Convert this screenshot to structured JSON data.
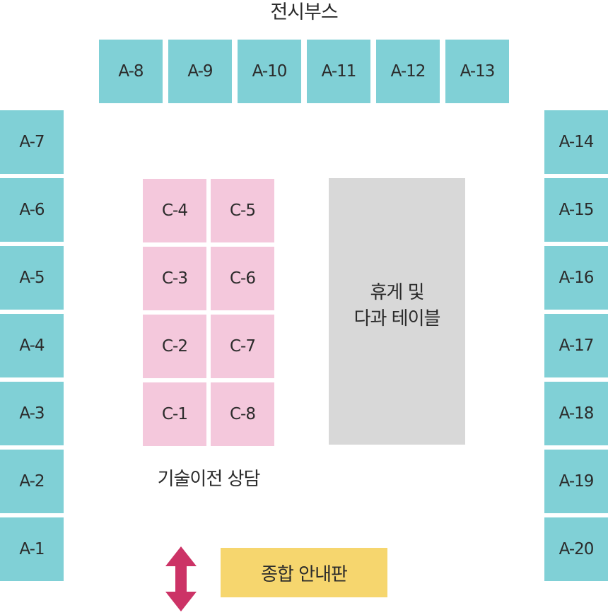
{
  "title": "전시부스",
  "exhibition_booths": {
    "top": [
      "A-8",
      "A-9",
      "A-10",
      "A-11",
      "A-12",
      "A-13"
    ],
    "left": [
      "A-7",
      "A-6",
      "A-5",
      "A-4",
      "A-3",
      "A-2",
      "A-1"
    ],
    "right": [
      "A-14",
      "A-15",
      "A-16",
      "A-17",
      "A-18",
      "A-19",
      "A-20"
    ]
  },
  "tech_booths": {
    "left_column": [
      "C-4",
      "C-3",
      "C-2",
      "C-1"
    ],
    "right_column": [
      "C-5",
      "C-6",
      "C-7",
      "C-8"
    ]
  },
  "tech_label": "기술이전 상담",
  "rest_area": "휴게 및\n다과 테이블",
  "info_desk": "종합 안내판",
  "colors": {
    "exhibition_booth": "#80d0d6",
    "tech_booth": "#f4c8dc",
    "rest_area": "#d8d8d8",
    "info_desk": "#f6d66e",
    "arrow": "#cc3366"
  },
  "icons": {
    "entrance": "double-headed-vertical-arrow-icon"
  }
}
